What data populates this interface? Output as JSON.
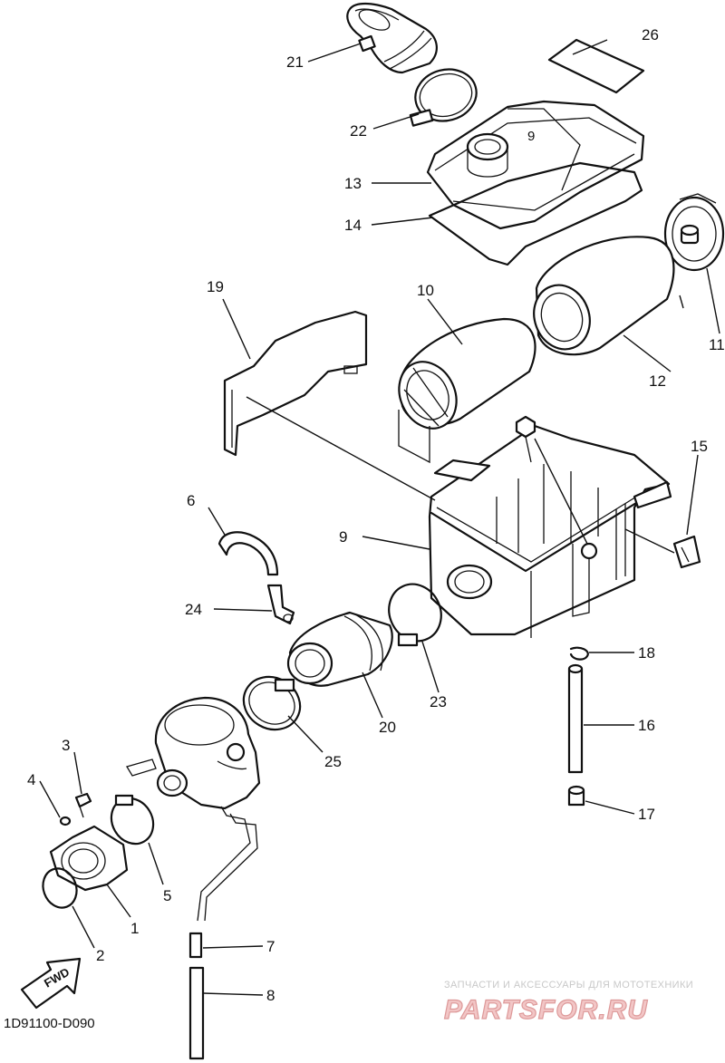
{
  "diagram": {
    "drawing_code": "1D91100-D090",
    "direction_label": "FWD",
    "watermark": {
      "caption": "ЗАПЧАСТИ И АКСЕССУАРЫ ДЛЯ МОТОТЕХНИКИ",
      "logo": "PARTSFOR.RU"
    },
    "callouts": [
      {
        "id": "c1",
        "label": "1"
      },
      {
        "id": "c2",
        "label": "2"
      },
      {
        "id": "c3",
        "label": "3"
      },
      {
        "id": "c4",
        "label": "4"
      },
      {
        "id": "c5",
        "label": "5"
      },
      {
        "id": "c6",
        "label": "6"
      },
      {
        "id": "c7",
        "label": "7"
      },
      {
        "id": "c8",
        "label": "8"
      },
      {
        "id": "c9",
        "label": "9"
      },
      {
        "id": "c10",
        "label": "10"
      },
      {
        "id": "c11",
        "label": "11"
      },
      {
        "id": "c12",
        "label": "12"
      },
      {
        "id": "c13",
        "label": "13"
      },
      {
        "id": "c14",
        "label": "14"
      },
      {
        "id": "c15",
        "label": "15"
      },
      {
        "id": "c16",
        "label": "16"
      },
      {
        "id": "c17",
        "label": "17"
      },
      {
        "id": "c18",
        "label": "18"
      },
      {
        "id": "c19",
        "label": "19"
      },
      {
        "id": "c20",
        "label": "20"
      },
      {
        "id": "c21",
        "label": "21"
      },
      {
        "id": "c22",
        "label": "22"
      },
      {
        "id": "c23",
        "label": "23"
      },
      {
        "id": "c24",
        "label": "24"
      },
      {
        "id": "c25",
        "label": "25"
      },
      {
        "id": "c26",
        "label": "26"
      }
    ]
  }
}
